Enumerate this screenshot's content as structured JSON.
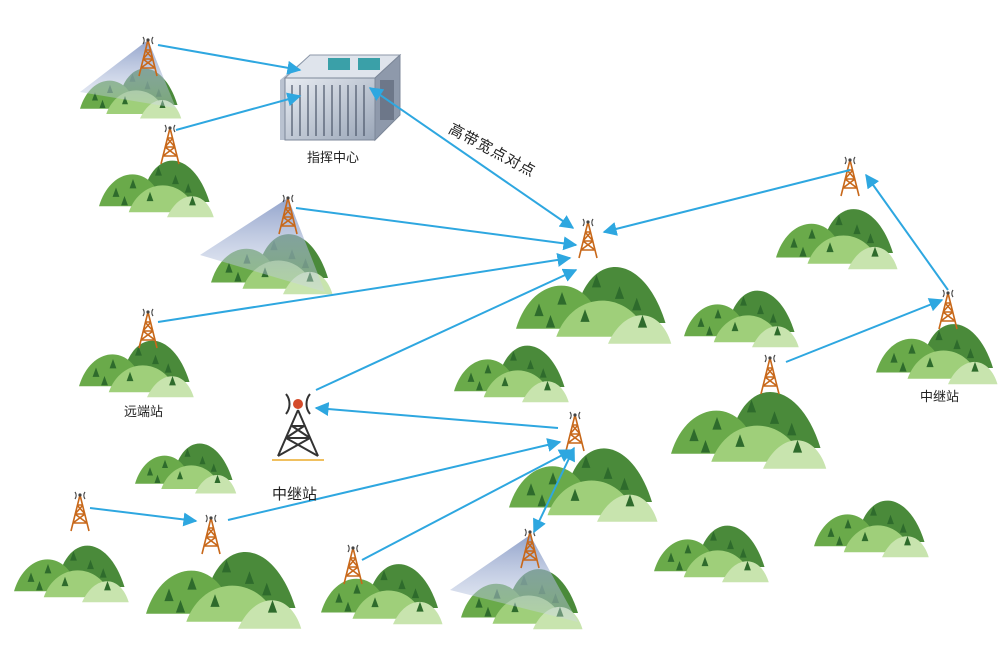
{
  "labels": {
    "command_center": "指挥中心",
    "link_type": "高带宽点对点",
    "remote_station": "远端站",
    "relay_station_left": "中继站",
    "relay_station_right": "中继站"
  },
  "colors": {
    "link": "#2ea7e0",
    "hill_dark": "#4a8a3a",
    "hill_mid": "#6aaa4a",
    "hill_light": "#9fcf7a",
    "hill_pale": "#c8e4ae",
    "tree": "#2e6b2c",
    "tower": "#c8681a",
    "relay_tower": "#c0392b",
    "coverage": "#8aa0c8"
  }
}
